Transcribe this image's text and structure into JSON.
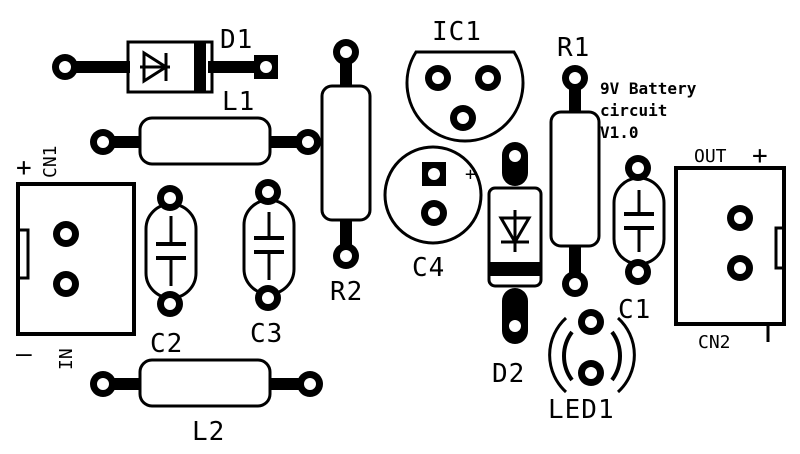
{
  "labels": {
    "d1": "D1",
    "l1": "L1",
    "ic1": "IC1",
    "r1": "R1",
    "cn1": "CN1",
    "plus_in": "+",
    "minus_in": "–",
    "in": "IN",
    "c2": "C2",
    "c3": "C3",
    "r2": "R2",
    "c4": "C4",
    "c4_plus": "+",
    "d2": "D2",
    "led1": "LED1",
    "c1": "C1",
    "out": "OUT",
    "plus_out": "+",
    "cn2": "CN2",
    "l2": "L2"
  },
  "note": {
    "line1": "9V Battery",
    "line2": "circuit",
    "line3": "V1.0"
  },
  "colors": {
    "background": "#ffffff",
    "ink": "#000000"
  }
}
